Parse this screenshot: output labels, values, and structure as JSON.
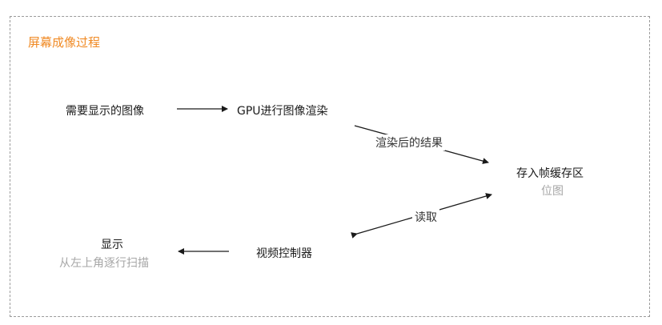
{
  "title": "屏幕成像过程",
  "nodes": {
    "image": "需要显示的图像",
    "gpu": "GPU进行图像渲染",
    "framebuffer": "存入帧缓存区",
    "framebuffer_sub": "位图",
    "controller": "视频控制器",
    "display": "显示",
    "display_sub": "从左上角逐行扫描"
  },
  "edges": {
    "render_result": "渲染后的结果",
    "read": "读取"
  },
  "colors": {
    "title": "#f08a24",
    "text": "#1a1a1a",
    "subtext": "#a6a6a6",
    "border": "#9a9a9a",
    "arrow": "#1a1a1a"
  }
}
